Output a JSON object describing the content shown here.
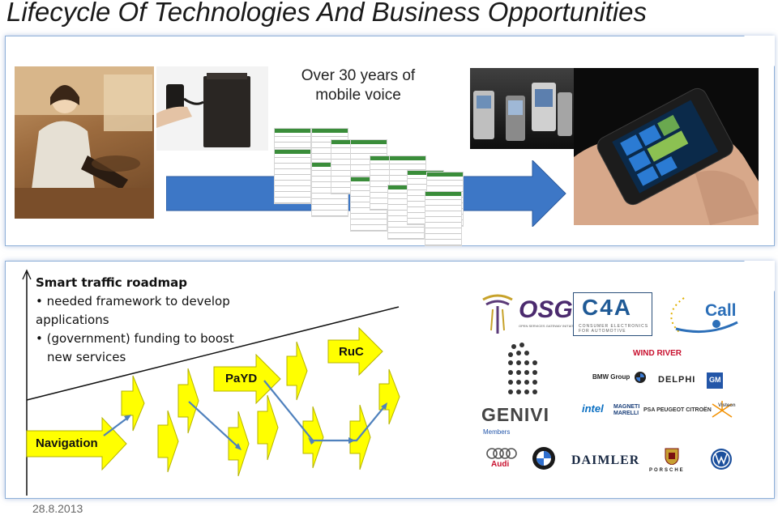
{
  "title": "Lifecycle Of Technologies And Business Opportunities",
  "top_panel": {
    "timeline_caption": "Over 30 years of mobile voice",
    "arrow_color": "#3d77c6"
  },
  "roadmap": {
    "heading": "Smart traffic roadmap",
    "bullet1_line1": "• needed framework to develop",
    "bullet1_line2": "applications",
    "bullet2_line1": "• (government) funding to boost",
    "bullet2_line2": "new services",
    "arrow_fill": "#ffff00",
    "path_color": "#4f81bd"
  },
  "stage_labels": {
    "navigation": "Navigation",
    "payd": "PaYD",
    "ruc": "RuC"
  },
  "logos": {
    "osgi": "OSGi",
    "osgi_sub": "OPEN SERVICES GATEWAY INITIATIVE",
    "c4a": "C4A",
    "c4a_sub": "CONSUMER ELECTRONICS FOR AUTOMOTIVE",
    "ecall": "Call",
    "wind_river": "WIND RIVER",
    "bmw_group": "BMW Group",
    "delphi": "DELPHI",
    "gm": "GM",
    "genivi": "GENIVI",
    "intel": "intel",
    "magneti_marelli": "MAGNETI MARELLI",
    "psa": "PSA PEUGEOT CITROËN",
    "visteon": "Visteon",
    "members": "Members",
    "audi": "Audi",
    "bmw": "BMW",
    "daimler": "DAIMLER",
    "porsche": "PORSCHE",
    "vw": "VW"
  },
  "footer": {
    "date": "28.8.2013"
  }
}
